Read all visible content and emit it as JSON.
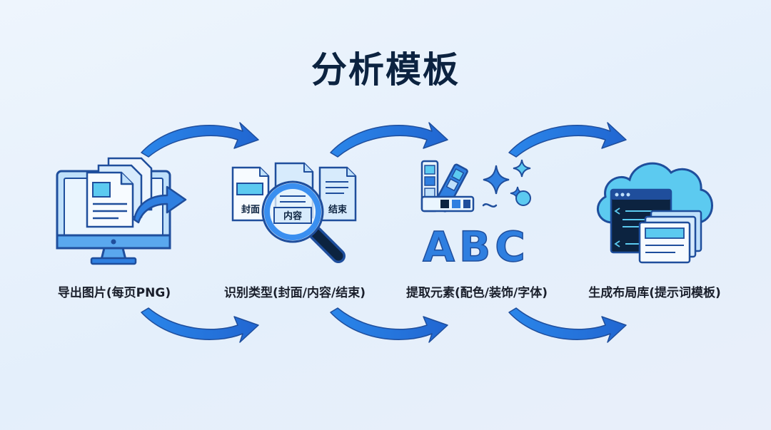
{
  "title": "分析模板",
  "steps": [
    {
      "label": "导出图片(每页PNG)"
    },
    {
      "label": "识别类型(封面/内容/结束)",
      "doc_tags": [
        "封面",
        "内容",
        "结束"
      ]
    },
    {
      "label": "提取元素(配色/装饰/字体)",
      "font_sample": "ABC"
    },
    {
      "label": "生成布局库(提示词模板)"
    }
  ],
  "colors": {
    "outline": "#1f4e9c",
    "primary": "#2f7fe0",
    "light": "#bfe0fb",
    "sky": "#5ccaf0",
    "navy": "#0c2340"
  },
  "icons": [
    "monitor-export-icon",
    "document-magnifier-icon",
    "palette-sparkle-abc-icon",
    "cloud-code-icon"
  ]
}
